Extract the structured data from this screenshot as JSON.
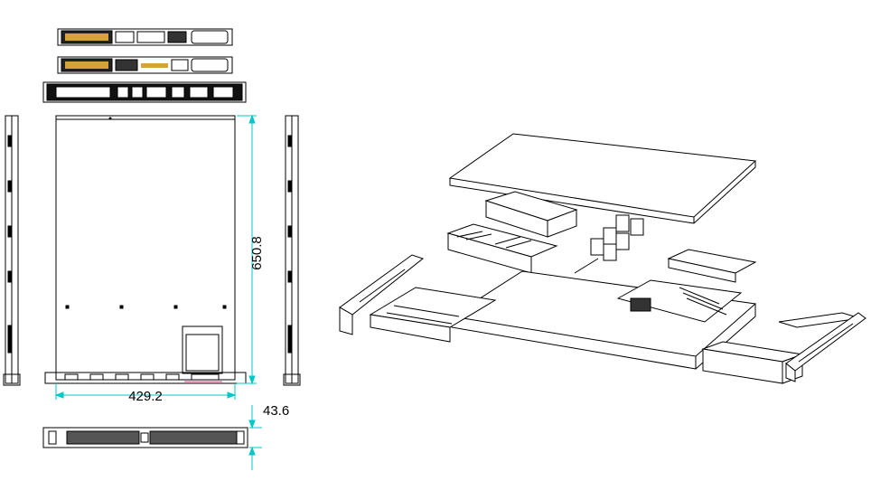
{
  "dimensions": {
    "width": "429.2",
    "depth": "650.8",
    "height": "43.6"
  },
  "colors": {
    "dimension_line": "#00c8c8",
    "drawing_line": "#000000",
    "accent_bay": "#d6a23a",
    "highlight": "#e0408a"
  }
}
